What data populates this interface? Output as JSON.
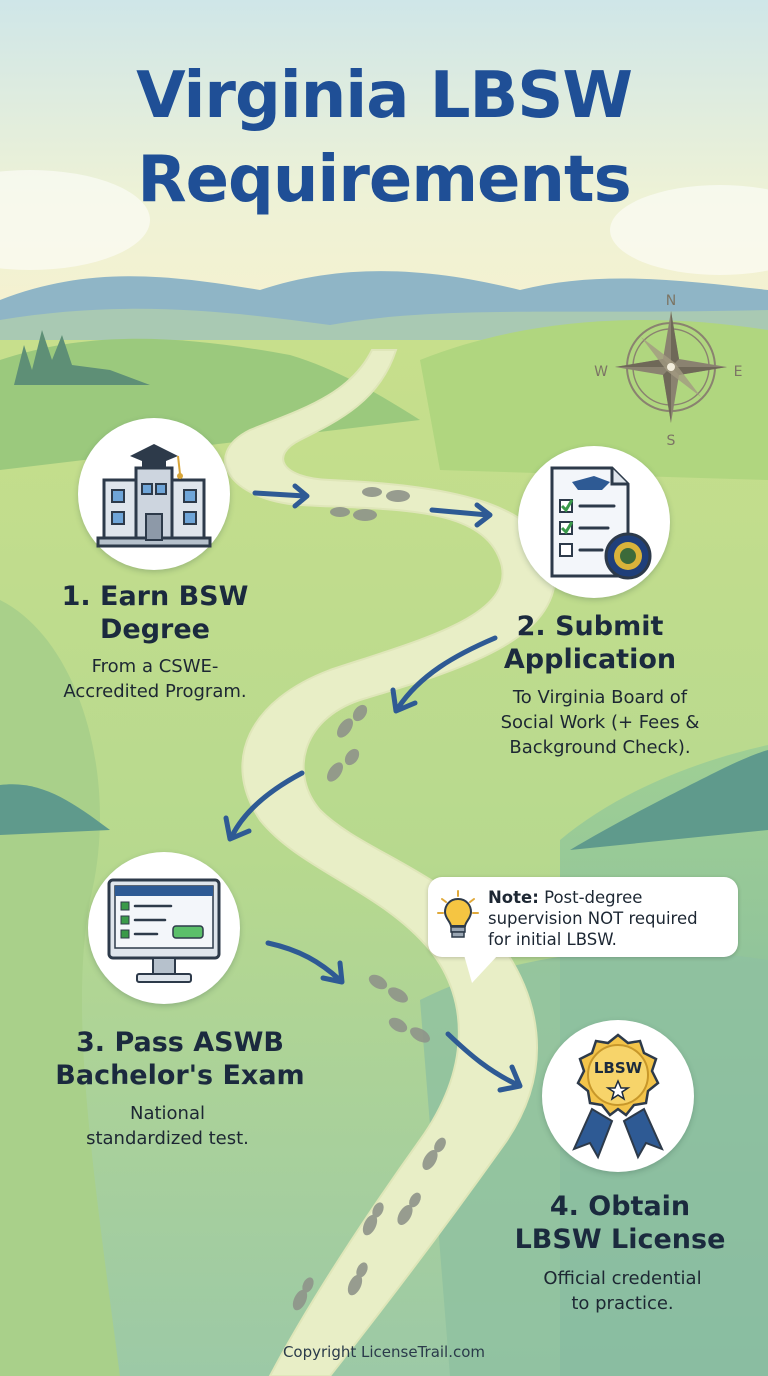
{
  "title": {
    "line1": "Virginia LBSW",
    "line2": "Requirements"
  },
  "compass": {
    "n": "N",
    "s": "S",
    "e": "E",
    "w": "W"
  },
  "steps": [
    {
      "title_line1": "1. Earn BSW",
      "title_line2": "Degree",
      "desc_line1": "From a CSWE-",
      "desc_line2": "Accredited Program.",
      "icon": "university-building-icon"
    },
    {
      "title_line1": "2. Submit",
      "title_line2": "Application",
      "desc_line1": "To Virginia Board of",
      "desc_line2": "Social Work (+ Fees &",
      "desc_line3": "Background Check).",
      "icon": "application-checklist-icon"
    },
    {
      "title_line1": "3. Pass ASWB",
      "title_line2": "Bachelor's Exam",
      "desc_line1": "National",
      "desc_line2": "standardized test.",
      "icon": "computer-monitor-icon"
    },
    {
      "title_line1": "4. Obtain",
      "title_line2": "LBSW License",
      "desc_line1": "Official credential",
      "desc_line2": "to practice.",
      "icon": "award-badge-icon",
      "badge_text": "LBSW"
    }
  ],
  "note": {
    "label": "Note:",
    "text_line1": "Post-degree",
    "text_line2": "supervision NOT required",
    "text_line3": "for initial LBSW.",
    "icon": "lightbulb-icon"
  },
  "footer": "Copyright LicenseTrail.com",
  "colors": {
    "title": "#1f4f96",
    "arrow": "#2e5a94",
    "path": "#e7eec4",
    "hill_light": "#c9e08e",
    "hill_mid": "#9fcb7f",
    "hill_teal": "#6fa89a",
    "footprint": "#8f948a"
  }
}
